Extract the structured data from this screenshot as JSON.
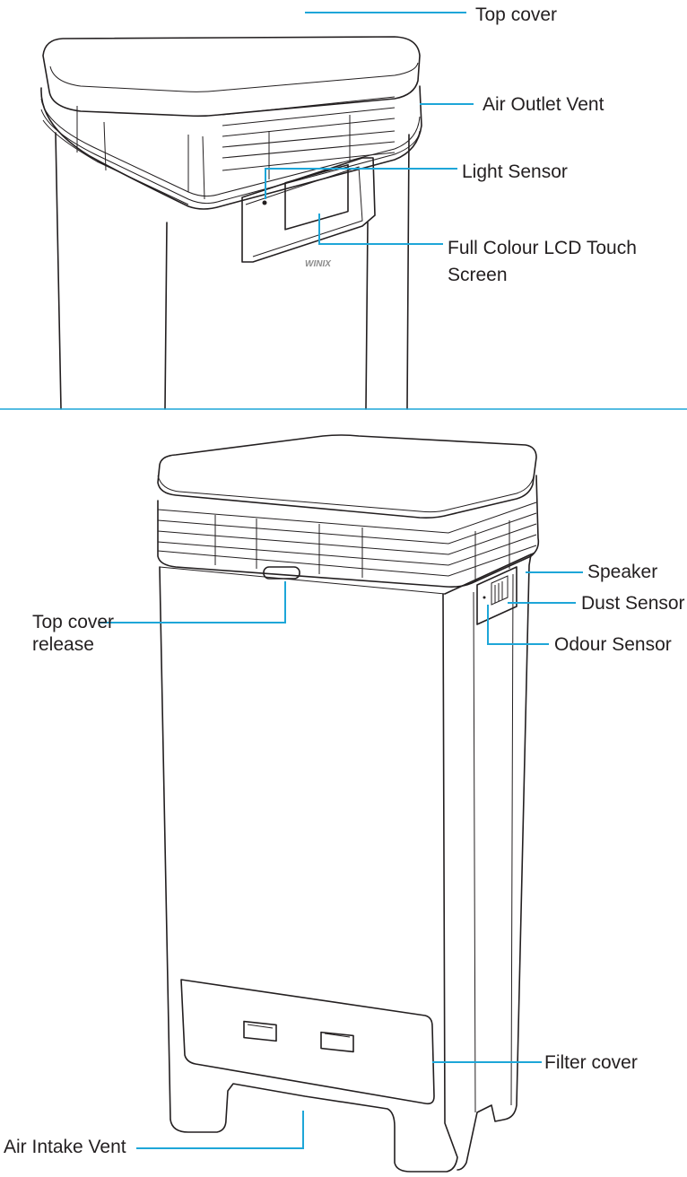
{
  "colors": {
    "leader": "#1ea6d8",
    "outline": "#231f20",
    "background": "#ffffff"
  },
  "brand": {
    "logo_text": "WINIX"
  },
  "labels": {
    "top_cover": "Top cover",
    "air_outlet_vent": "Air Outlet Vent",
    "light_sensor": "Light Sensor",
    "lcd_line1": "Full Colour LCD Touch",
    "lcd_line2": "Screen",
    "speaker": "Speaker",
    "dust_sensor": "Dust Sensor",
    "top_cover_release_line1": "Top cover",
    "top_cover_release_line2": "release",
    "odour_sensor": "Odour Sensor",
    "filter_cover": "Filter cover",
    "air_intake_vent": "Air Intake Vent"
  }
}
